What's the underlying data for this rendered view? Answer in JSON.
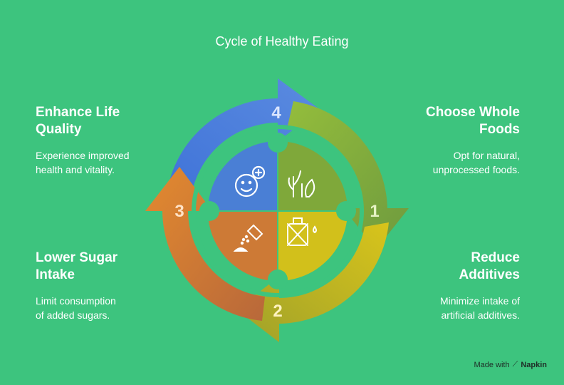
{
  "title": "Cycle of Healthy Eating",
  "steps": [
    {
      "number": "1",
      "heading_line1": "Choose Whole",
      "heading_line2": "Foods",
      "desc_line1": "Opt for natural,",
      "desc_line2": "unprocessed foods.",
      "icon": "leaves-icon",
      "color": "#8ab23c"
    },
    {
      "number": "2",
      "heading_line1": "Reduce",
      "heading_line2": "Additives",
      "desc_line1": "Minimize intake of",
      "desc_line2": "artificial additives.",
      "icon": "bottle-icon",
      "color": "#c9b81e"
    },
    {
      "number": "3",
      "heading_line1": "Lower Sugar",
      "heading_line2": "Intake",
      "desc_line1": "Limit consumption",
      "desc_line2": "of added sugars.",
      "icon": "sugar-shaker-icon",
      "color": "#d9792e"
    },
    {
      "number": "4",
      "heading_line1": "Enhance Life",
      "heading_line2": "Quality",
      "desc_line1": "Experience improved",
      "desc_line2": "health and vitality.",
      "icon": "smiley-plus-icon",
      "color": "#4f7fd9"
    }
  ],
  "footer": {
    "made_with": "Made with",
    "brand": "Napkin"
  }
}
